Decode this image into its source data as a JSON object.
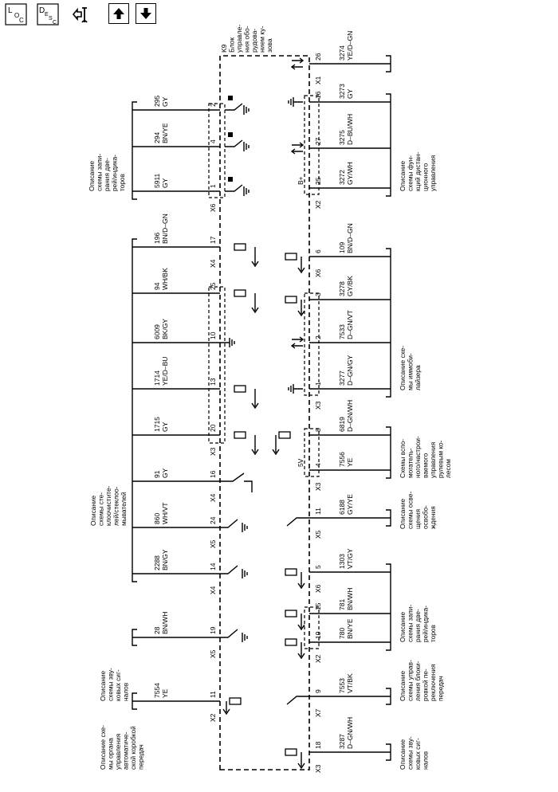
{
  "toolbar": {
    "loc_button": {
      "main": "L",
      "sub1": "O",
      "sub2": "C"
    },
    "desc_button": {
      "main": "D",
      "sub1": "E",
      "sub2": "S",
      "sub3": "C"
    },
    "tools_icon": "connector-wrench-icon",
    "up_icon": "arrow-up-icon",
    "down_icon": "arrow-down-icon"
  },
  "module": {
    "lines": [
      "K9",
      "Блок",
      "управле-",
      "ния обо-",
      "рудова-",
      "нием ку-",
      "зова"
    ]
  },
  "left_wires": [
    {
      "circuit": "295",
      "color": "GY",
      "pin": "2"
    },
    {
      "circuit": "294",
      "color": "BN/YE",
      "pin": "4"
    },
    {
      "circuit": "5911",
      "color": "GY",
      "pin": "1",
      "connector": "X6"
    },
    {
      "circuit": "196",
      "color": "BN/D–GN",
      "pin": "17",
      "connector": "X4"
    },
    {
      "circuit": "94",
      "color": "WH/BK",
      "pin": "25"
    },
    {
      "circuit": "6009",
      "color": "BK/GY",
      "pin": "10"
    },
    {
      "circuit": "1714",
      "color": "YE/D–BU",
      "pin": "13"
    },
    {
      "circuit": "1715",
      "color": "GY",
      "pin": "20",
      "connector": "X3"
    },
    {
      "circuit": "91",
      "color": "GY",
      "pin": "16",
      "connector": "X4"
    },
    {
      "circuit": "860",
      "color": "WH/VT",
      "pin": "24",
      "connector": "X5"
    },
    {
      "circuit": "2288",
      "color": "BN/GY",
      "pin": "14",
      "connector": "X4"
    },
    {
      "circuit": "28",
      "color": "BN/WH",
      "pin": "19",
      "connector": "X5"
    },
    {
      "circuit": "7554",
      "color": "YE",
      "pin": "11",
      "connector": "X2"
    }
  ],
  "right_wires": [
    {
      "circuit": "3274",
      "color": "YE/D–GN",
      "pin": "26",
      "connector": "X1"
    },
    {
      "circuit": "3273",
      "color": "GY",
      "pin": "16"
    },
    {
      "circuit": "3275",
      "color": "D–BU/WH",
      "pin": "27"
    },
    {
      "circuit": "3272",
      "color": "GY/WH",
      "pin": "25",
      "connector": "X2",
      "tag": "B+"
    },
    {
      "circuit": "109",
      "color": "BN/D–GN",
      "pin": "6",
      "connector": "X6"
    },
    {
      "circuit": "3278",
      "color": "GY/BK",
      "pin": "3"
    },
    {
      "circuit": "7533",
      "color": "D–GN/VT",
      "pin": "2"
    },
    {
      "circuit": "3277",
      "color": "D–GN/GY",
      "pin": "1",
      "connector": "X3"
    },
    {
      "circuit": "6819",
      "color": "D–GN/WH",
      "pin": "8"
    },
    {
      "circuit": "7556",
      "color": "YE",
      "pin": "4",
      "connector": "X3",
      "tag": "5V"
    },
    {
      "circuit": "6188",
      "color": "GY/YE",
      "pin": "11",
      "connector": "X5"
    },
    {
      "circuit": "1303",
      "color": "VT/GY",
      "pin": "5",
      "connector": "X6"
    },
    {
      "circuit": "781",
      "color": "BN/WH",
      "pin": "15"
    },
    {
      "circuit": "780",
      "color": "BN/YE",
      "pin": "19",
      "connector": "X2"
    },
    {
      "circuit": "7553",
      "color": "VT/BK",
      "pin": "9",
      "connector": "X7"
    },
    {
      "circuit": "3287",
      "color": "D–GN/WH",
      "pin": "18",
      "connector": "X3"
    }
  ],
  "left_refs": [
    {
      "lines": [
        "Описание",
        "схемы запи-",
        "рания две-",
        "рей/индика-",
        "торов"
      ]
    },
    {
      "lines": [
        "Описание",
        "схемы сте-",
        "клоочистите-",
        "лей/стеклоо-",
        "мывателей"
      ]
    },
    {
      "lines": [
        "Описание",
        "схемы зву-",
        "ковых сиг-",
        "налов"
      ]
    },
    {
      "lines": [
        "Описание схе-",
        "мы органа",
        "управления",
        "автоматиче-",
        "ской коробкой",
        "передач"
      ]
    }
  ],
  "right_refs": [
    {
      "lines": [
        "Описание",
        "схемы фун-",
        "кций дистан-",
        "ционного",
        "управления"
      ]
    },
    {
      "lines": [
        "Описание схе-",
        "мы иммоби-",
        "лайзера"
      ]
    },
    {
      "lines": [
        "Схемы вспо-",
        "могатель-",
        "ного/настрои-",
        "ваемого",
        "управления",
        "рулевым ко-",
        "лесом"
      ]
    },
    {
      "lines": [
        "Описание",
        "схемы осве-",
        "щения",
        "освобо-",
        "ждения"
      ]
    },
    {
      "lines": [
        "Описание",
        "схемы запи-",
        "рания две-",
        "рей/индика-",
        "торов"
      ]
    },
    {
      "lines": [
        "Описание",
        "схемы управ-",
        "ления блоки-",
        "ровкой пе-",
        "реключения",
        "передач"
      ]
    },
    {
      "lines": [
        "Описание",
        "схемы зву-",
        "ковых сиг-",
        "налов"
      ]
    }
  ],
  "colors": {
    "line": "#000000",
    "background": "#ffffff"
  }
}
